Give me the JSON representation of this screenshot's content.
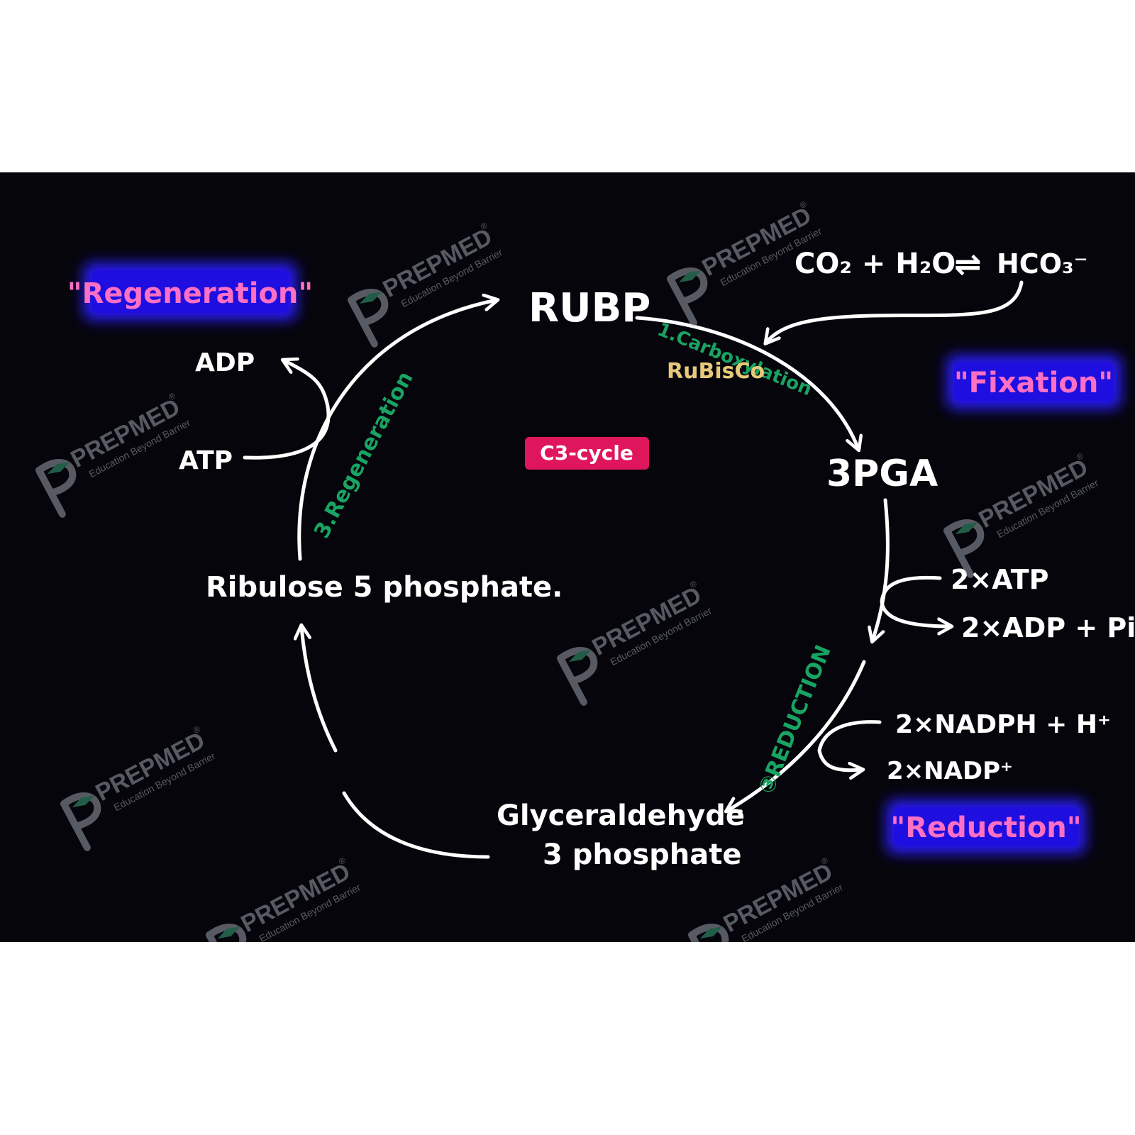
{
  "nodes": {
    "rubp": "RUBP",
    "pga": "3PGA",
    "ribulose": "Ribulose 5 phosphate.",
    "g3p_line1": "Glyceraldehyde",
    "g3p_line2": "3 phosphate"
  },
  "steps": {
    "carboxylation": "1.Carboxylation",
    "reduction": "③REDUCTION",
    "regeneration": "3.Regeneration"
  },
  "enzyme": "RuBisCo",
  "center_label": "C3-cycle",
  "equation": {
    "left": "CO₂ + H₂O",
    "arrow": "⇌",
    "right": "HCO₃⁻"
  },
  "cofactors": {
    "regen_in": "ATP",
    "regen_out": "ADP",
    "atp_in": "2×ATP",
    "adp_out": "2×ADP + Pi",
    "nadph_in": "2×NADPH + H⁺",
    "nadp_out": "2×NADP⁺"
  },
  "highlights": {
    "regeneration": "\"Regeneration\"",
    "fixation": "\"Fixation\"",
    "reduction": "\"Reduction\""
  },
  "watermark": {
    "brand": "PREPMED",
    "registered": "®",
    "tagline": "Education Beyond Barrier"
  },
  "colors": {
    "board": "#05050b",
    "step_green": "#19a463",
    "enzyme_yellow": "#e8c97a",
    "center_pink": "#e0165c",
    "highlight_blue": "#2a1cff",
    "highlight_text": "#ff6fc4"
  }
}
